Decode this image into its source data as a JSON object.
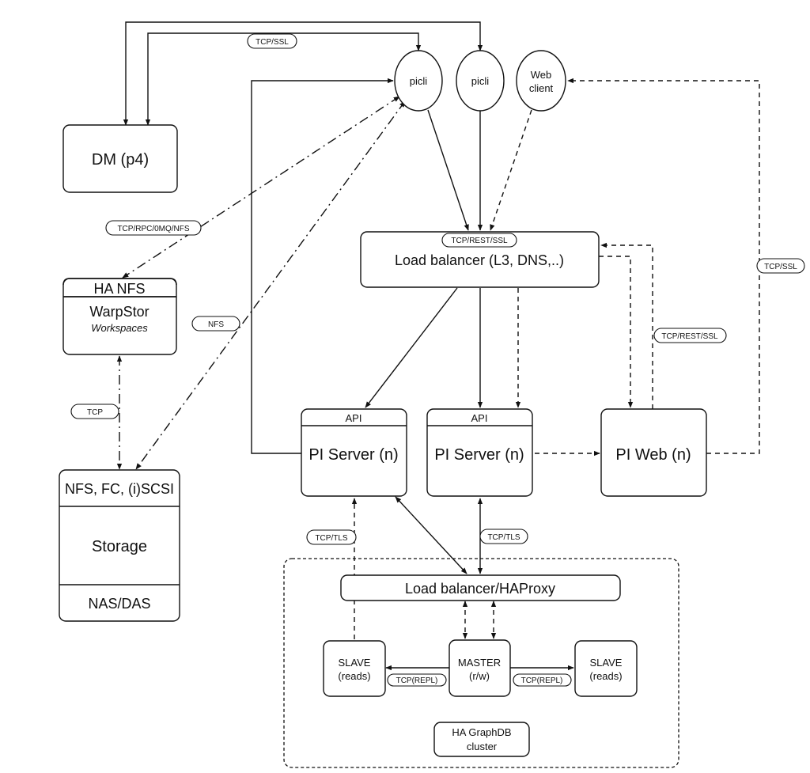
{
  "nodes": {
    "picli_1": "picli",
    "picli_2": "picli",
    "web_client_line1": "Web",
    "web_client_line2": "client",
    "dm": "DM (p4)",
    "ha_nfs_header": "HA NFS",
    "warpstor": "WarpStor",
    "workspaces": "Workspaces",
    "storage_header": "NFS, FC, (i)SCSI",
    "storage": "Storage",
    "storage_footer": "NAS/DAS",
    "load_balancer": "Load balancer (L3, DNS,..)",
    "api_1": "API",
    "pi_server_1": "PI Server (n)",
    "api_2": "API",
    "pi_server_2": "PI Server (n)",
    "pi_web": "PI Web (n)",
    "haproxy": "Load balancer/HAProxy",
    "slave_1_line1": "SLAVE",
    "slave_1_line2": "(reads)",
    "master_line1": "MASTER",
    "master_line2": "(r/w)",
    "slave_2_line1": "SLAVE",
    "slave_2_line2": "(reads)",
    "cluster_line1": "HA GraphDB",
    "cluster_line2": "cluster"
  },
  "edge_labels": {
    "tcp_ssl_top": "TCP/SSL",
    "tcp_rpc": "TCP/RPC/0MQ/NFS",
    "nfs": "NFS",
    "tcp": "TCP",
    "tcp_rest_ssl_lb": "TCP/REST/SSL",
    "tcp_rest_ssl_web": "TCP/REST/SSL",
    "tcp_ssl_right": "TCP/SSL",
    "tcp_tls_left": "TCP/TLS",
    "tcp_tls_right": "TCP/TLS",
    "tcp_repl_left": "TCP(REPL)",
    "tcp_repl_right": "TCP(REPL)"
  },
  "colors": {
    "stroke": "#111111",
    "background": "#ffffff"
  }
}
